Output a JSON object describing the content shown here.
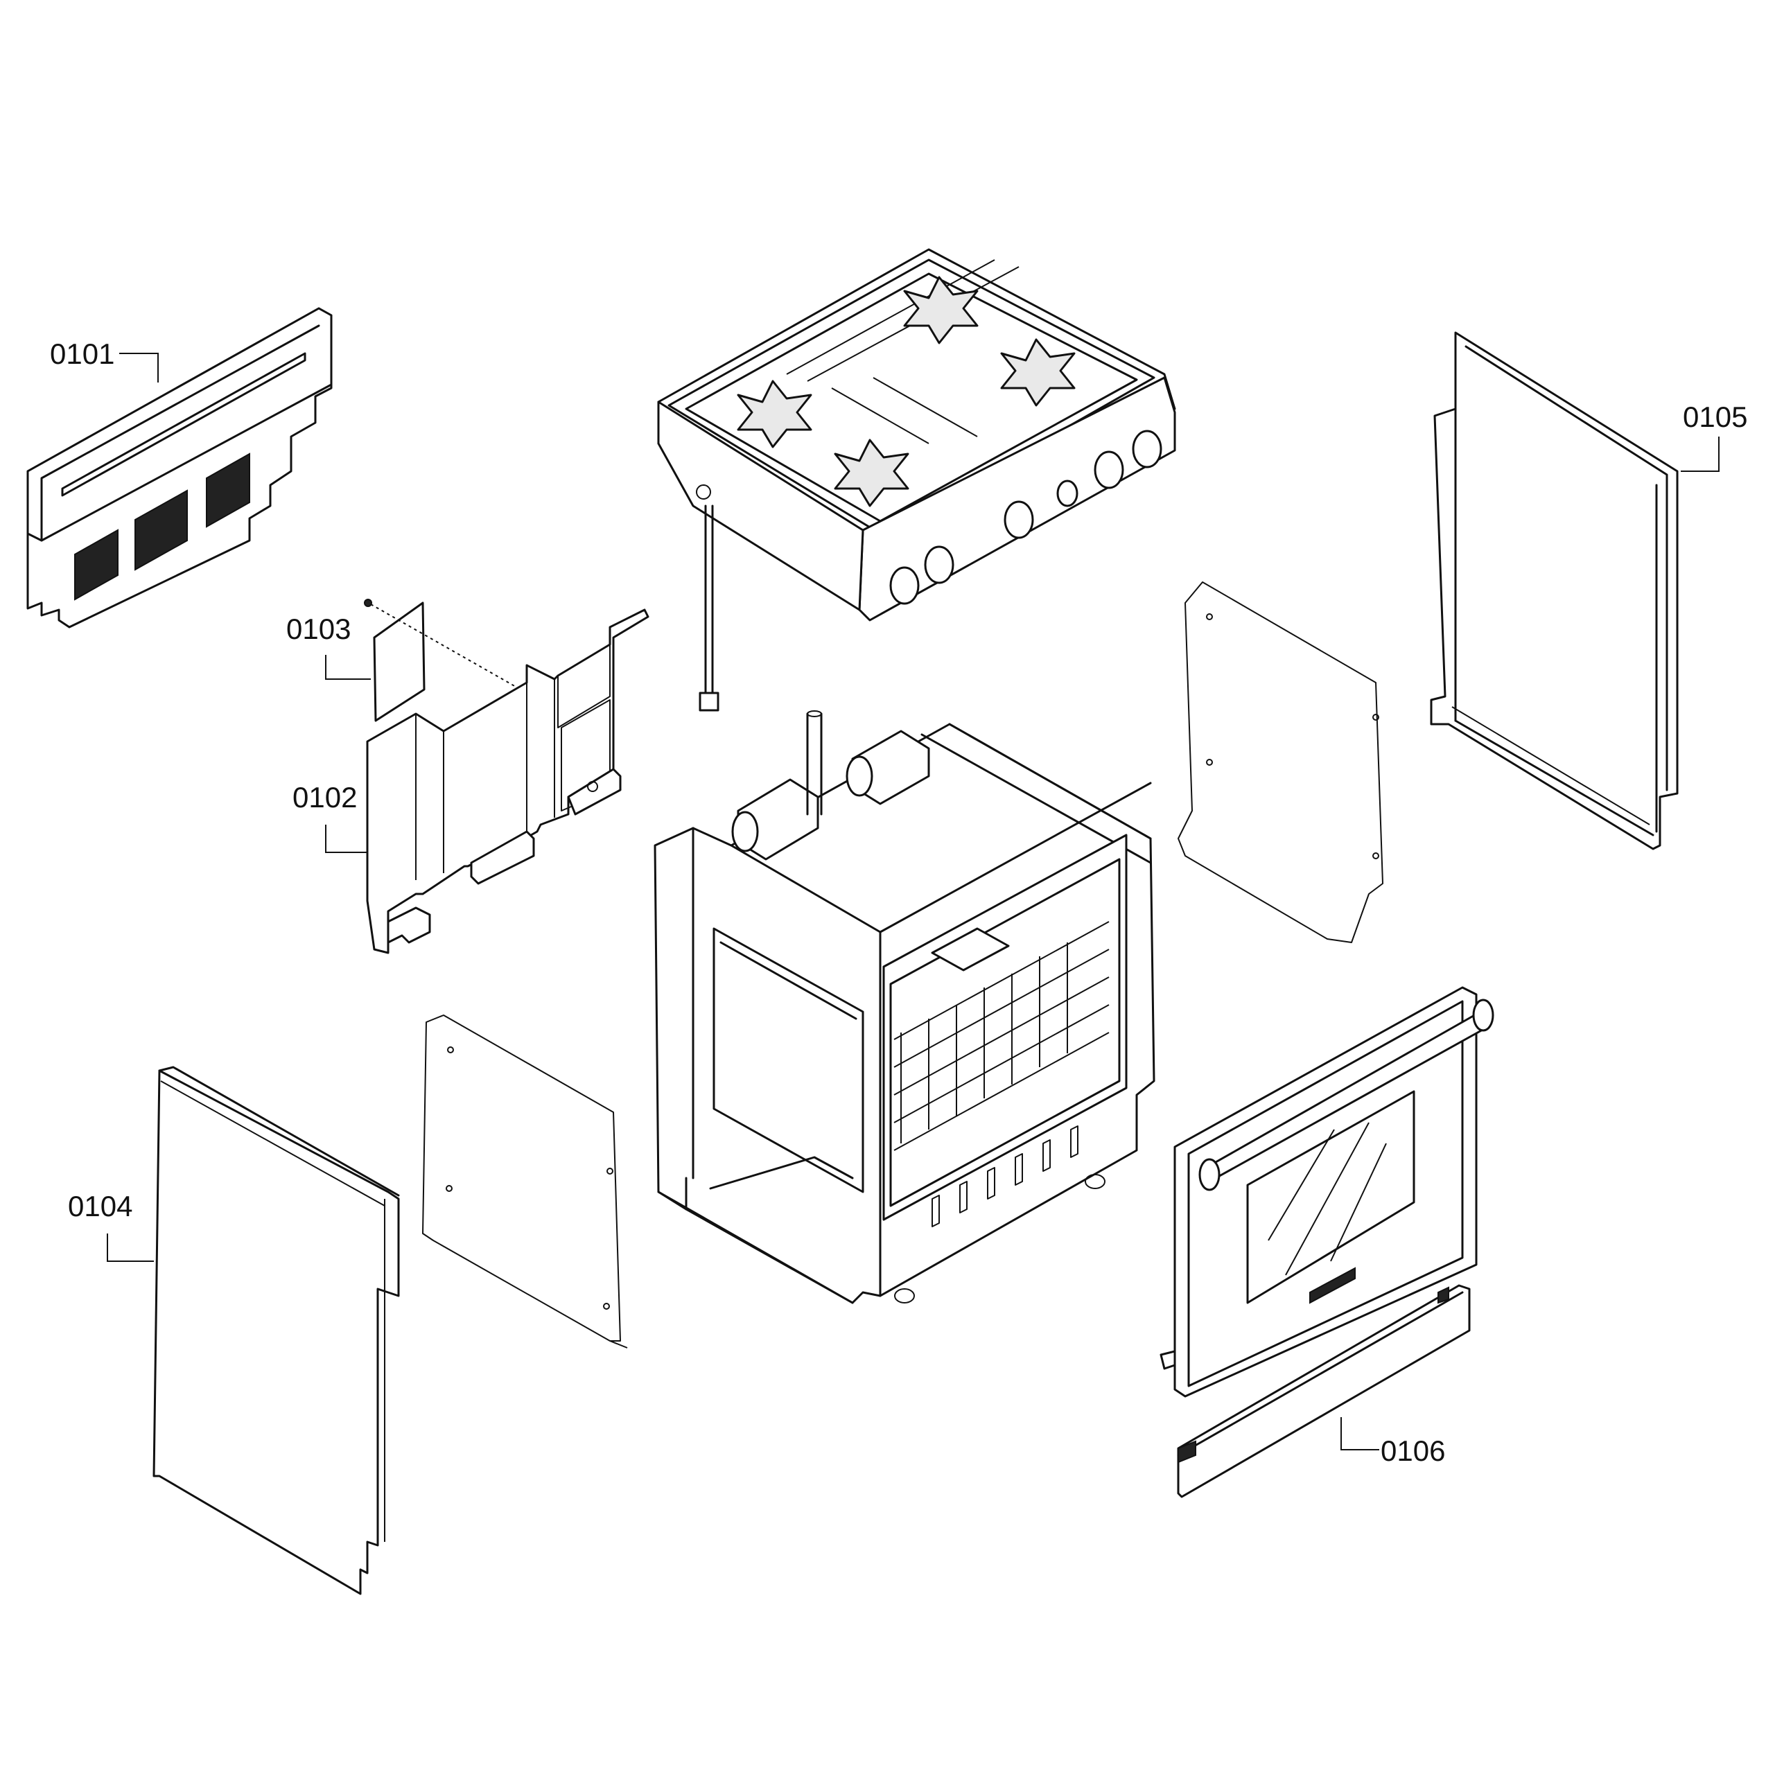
{
  "part_labels": {
    "p0101": "0101",
    "p0102": "0102",
    "p0103": "0103",
    "p0104": "0104",
    "p0105": "0105",
    "p0106": "0106"
  }
}
